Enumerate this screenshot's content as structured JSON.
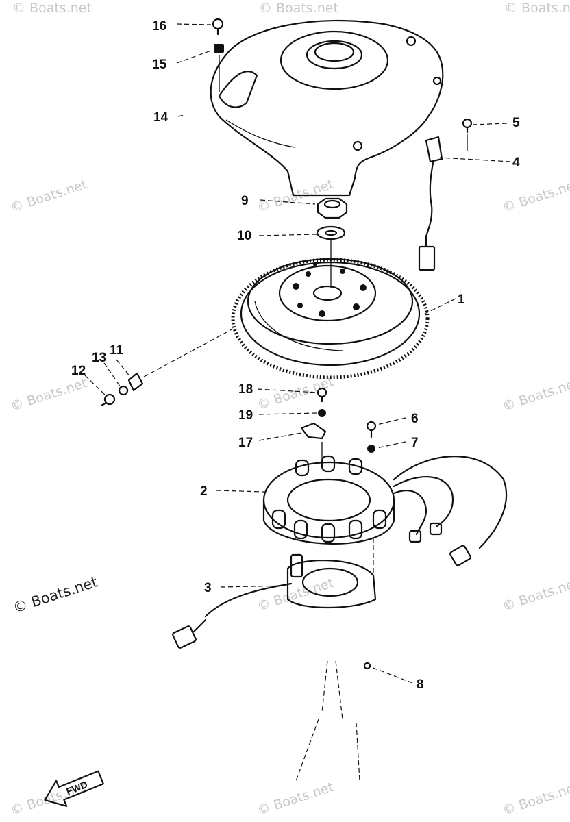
{
  "callouts": [
    {
      "id": "1",
      "label": "1"
    },
    {
      "id": "2",
      "label": "2"
    },
    {
      "id": "3",
      "label": "3"
    },
    {
      "id": "4",
      "label": "4"
    },
    {
      "id": "5",
      "label": "5"
    },
    {
      "id": "6",
      "label": "6"
    },
    {
      "id": "7",
      "label": "7"
    },
    {
      "id": "8",
      "label": "8"
    },
    {
      "id": "9",
      "label": "9"
    },
    {
      "id": "10",
      "label": "10"
    },
    {
      "id": "11",
      "label": "11"
    },
    {
      "id": "12",
      "label": "12"
    },
    {
      "id": "13",
      "label": "13"
    },
    {
      "id": "14",
      "label": "14"
    },
    {
      "id": "15",
      "label": "15"
    },
    {
      "id": "16",
      "label": "16"
    },
    {
      "id": "17",
      "label": "17"
    },
    {
      "id": "18",
      "label": "18"
    },
    {
      "id": "19",
      "label": "19"
    }
  ],
  "watermark": {
    "text": "© Boats.net"
  },
  "fwd_arrow": {
    "label": "FWD"
  }
}
